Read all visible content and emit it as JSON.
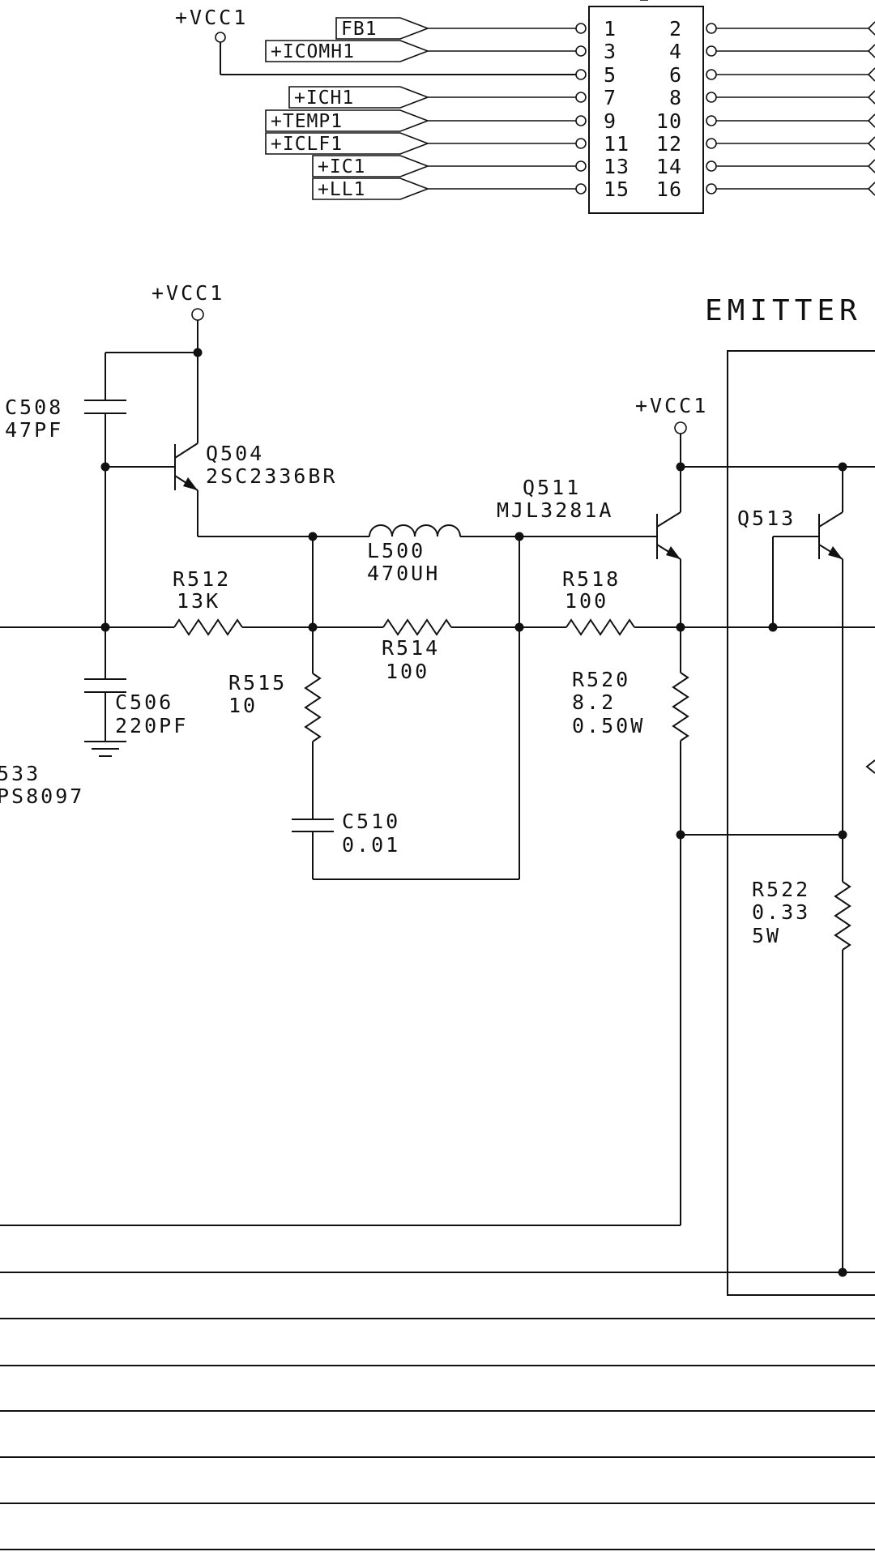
{
  "connector": {
    "pins_left": [
      "1",
      "3",
      "5",
      "7",
      "9",
      "11",
      "13",
      "15"
    ],
    "pins_right": [
      "2",
      "4",
      "6",
      "8",
      "10",
      "12",
      "14",
      "16"
    ],
    "signals": [
      "FB1",
      "+ICOMH1",
      "+ICH1",
      "+TEMP1",
      "+ICLF1",
      "+IC1",
      "+LL1"
    ],
    "vcc_label": "+VCC1"
  },
  "section_title": "EMITTER",
  "power": {
    "vcc_q504": "+VCC1",
    "vcc_q511": "+VCC1"
  },
  "components": {
    "c508": {
      "ref": "C508",
      "value": "47PF"
    },
    "q504": {
      "ref": "Q504",
      "value": "2SC2336BR"
    },
    "q511": {
      "ref": "Q511",
      "value": "MJL3281A"
    },
    "q513": {
      "ref": "Q513"
    },
    "l500": {
      "ref": "L500",
      "value": "470UH"
    },
    "r512": {
      "ref": "R512",
      "value": "13K"
    },
    "r514": {
      "ref": "R514",
      "value": "100"
    },
    "r518": {
      "ref": "R518",
      "value": "100"
    },
    "r515": {
      "ref": "R515",
      "value": "10"
    },
    "c506": {
      "ref": "C506",
      "value": "220PF"
    },
    "c510": {
      "ref": "C510",
      "value": "0.01"
    },
    "r520": {
      "ref": "R520",
      "value": "8.2",
      "rating": "0.50W"
    },
    "r522": {
      "ref": "R522",
      "value": "0.33",
      "rating": "5W"
    },
    "partial_left": {
      "ref": "533",
      "value": "PS8097"
    }
  },
  "icons": {
    "ground": "ground-symbol-icon",
    "power_terminal": "power-terminal-icon",
    "npn": "npn-transistor-icon",
    "resistor": "resistor-zigzag-icon",
    "capacitor": "capacitor-plates-icon",
    "inductor": "inductor-coil-icon",
    "junction": "junction-dot-icon"
  }
}
